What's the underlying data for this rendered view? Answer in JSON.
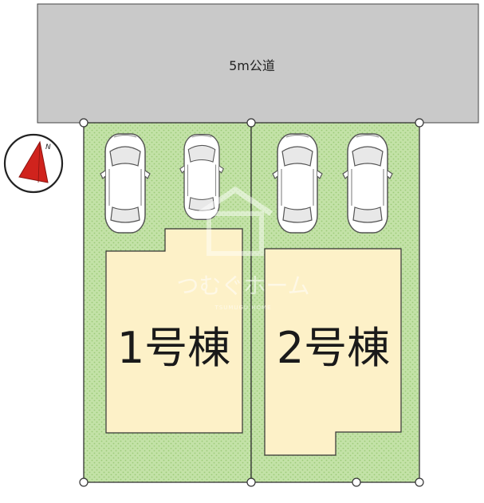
{
  "road": {
    "label": "5m公道"
  },
  "compass": {
    "north_label": "N"
  },
  "lots": [
    {
      "label": "1号棟",
      "parking_spaces": 2
    },
    {
      "label": "2号棟",
      "parking_spaces": 2
    }
  ],
  "watermark": {
    "text": "つむぐホーム",
    "subtext": "TSUMUGU HOME"
  },
  "colors": {
    "road": "#c9c9c9",
    "lot_green": "#b9dd9e",
    "building": "#fdf1c8",
    "outline": "#333333"
  }
}
